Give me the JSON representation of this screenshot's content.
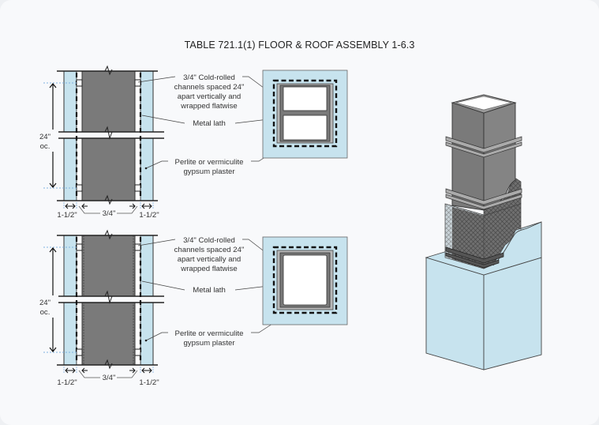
{
  "title": "TABLE 721.1(1) FLOOR & ROOF ASSEMBLY 1-6.3",
  "colors": {
    "plaster": "#c7e3ee",
    "steel": "#7a7a7a",
    "channel": "#b8b8b8",
    "outline": "#333333",
    "guide": "#7fb2e0"
  },
  "diagrams": [
    {
      "id": "top",
      "labels": {
        "channels": [
          "3/4\" Cold-rolled",
          "channels spaced 24\"",
          "apart vertically and",
          "wrapped flatwise"
        ],
        "lath": "Metal lath",
        "plaster": [
          "Perlite or vermiculite",
          "gypsum plaster"
        ]
      },
      "dimensions": {
        "spacing": [
          "24\"",
          "oc."
        ],
        "left": "1-1/2\"",
        "middle": "3/4\"",
        "right": "1-1/2\""
      },
      "section": "two-cell"
    },
    {
      "id": "bottom",
      "labels": {
        "channels": [
          "3/4\" Cold-rolled",
          "channels spaced 24\"",
          "apart vertically and",
          "wrapped flatwise"
        ],
        "lath": "Metal lath",
        "plaster": [
          "Perlite or vermiculite",
          "gypsum plaster"
        ]
      },
      "dimensions": {
        "spacing": [
          "24\"",
          "oc."
        ],
        "left": "1-1/2\"",
        "middle": "3/4\"",
        "right": "1-1/2\""
      },
      "section": "single-cell"
    }
  ]
}
